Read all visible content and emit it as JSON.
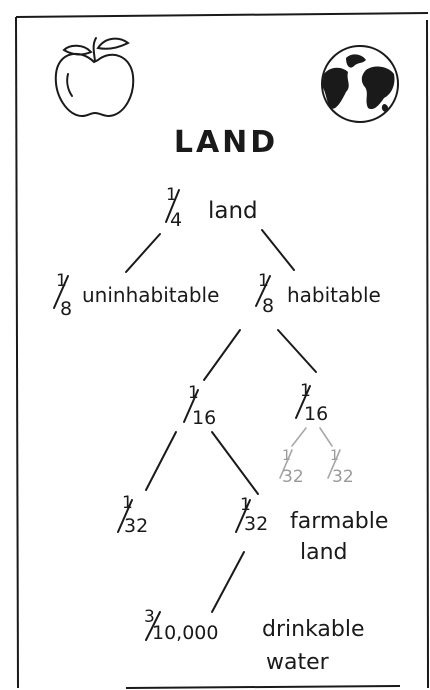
{
  "title": "LAND",
  "icons": {
    "left": "apple-icon",
    "right": "globe-icon"
  },
  "nodes": {
    "land": {
      "num": "1",
      "den": "4",
      "label": "land"
    },
    "uninhabitable": {
      "num": "1",
      "den": "8",
      "label": "uninhabitable"
    },
    "habitable": {
      "num": "1",
      "den": "8",
      "label": "habitable"
    },
    "left_sixteenth": {
      "num": "1",
      "den": "16"
    },
    "right_sixteenth": {
      "num": "1",
      "den": "16"
    },
    "gray_left": {
      "num": "1",
      "den": "32"
    },
    "gray_right": {
      "num": "1",
      "den": "32"
    },
    "left_thirtysecond": {
      "num": "1",
      "den": "32"
    },
    "farmable": {
      "num": "1",
      "den": "32",
      "label_line1": "farmable",
      "label_line2": "land"
    },
    "drinkable": {
      "num": "3",
      "den": "10,000",
      "label_line1": "drinkable",
      "label_line2": "water"
    }
  },
  "colors": {
    "ink": "#1a1a1a",
    "muted": "#a8a8a8"
  }
}
